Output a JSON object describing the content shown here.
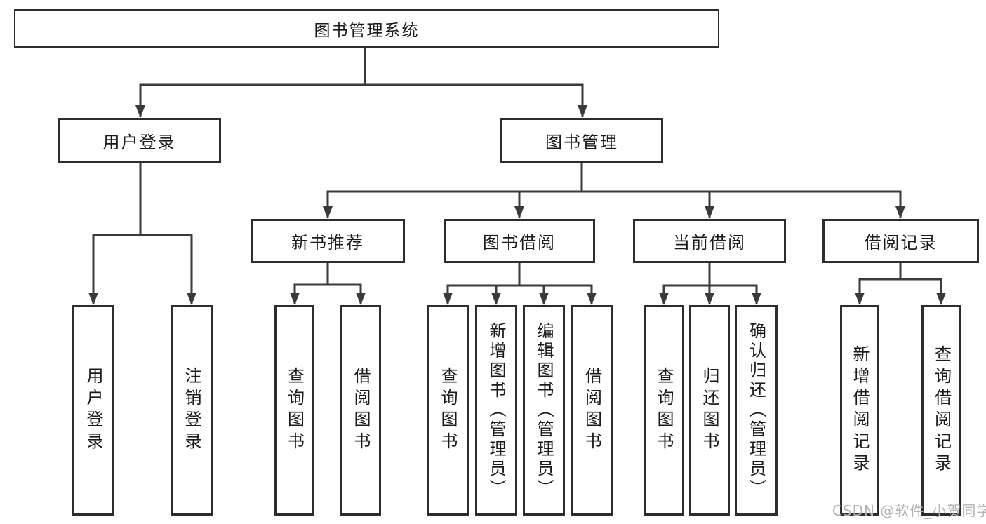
{
  "diagram_title": "图书管理系统",
  "tree": {
    "label": "图书管理系统",
    "children": [
      {
        "label": "用户登录",
        "children": [
          {
            "label": "用户登录"
          },
          {
            "label": "注销登录"
          }
        ]
      },
      {
        "label": "图书管理",
        "children": [
          {
            "label": "新书推荐",
            "children": [
              {
                "label": "查询图书"
              },
              {
                "label": "借阅图书"
              }
            ]
          },
          {
            "label": "图书借阅",
            "children": [
              {
                "label": "查询图书"
              },
              {
                "label": "新增图书（管理员）"
              },
              {
                "label": "编辑图书（管理员）"
              },
              {
                "label": "借阅图书"
              }
            ]
          },
          {
            "label": "当前借阅",
            "children": [
              {
                "label": "查询图书"
              },
              {
                "label": "归还图书"
              },
              {
                "label": "确认归还（管理员）"
              }
            ]
          },
          {
            "label": "借阅记录",
            "children": [
              {
                "label": "新增借阅记录"
              },
              {
                "label": "查询借阅记录"
              }
            ]
          }
        ]
      }
    ]
  },
  "colors": {
    "line": "#3a3a3a",
    "border": "#2d2d2d",
    "text": "#1b1b1b",
    "watermark": "#b3b3b3",
    "background": "#ffffff"
  },
  "watermark": "CSDN @软件_小贺同学"
}
